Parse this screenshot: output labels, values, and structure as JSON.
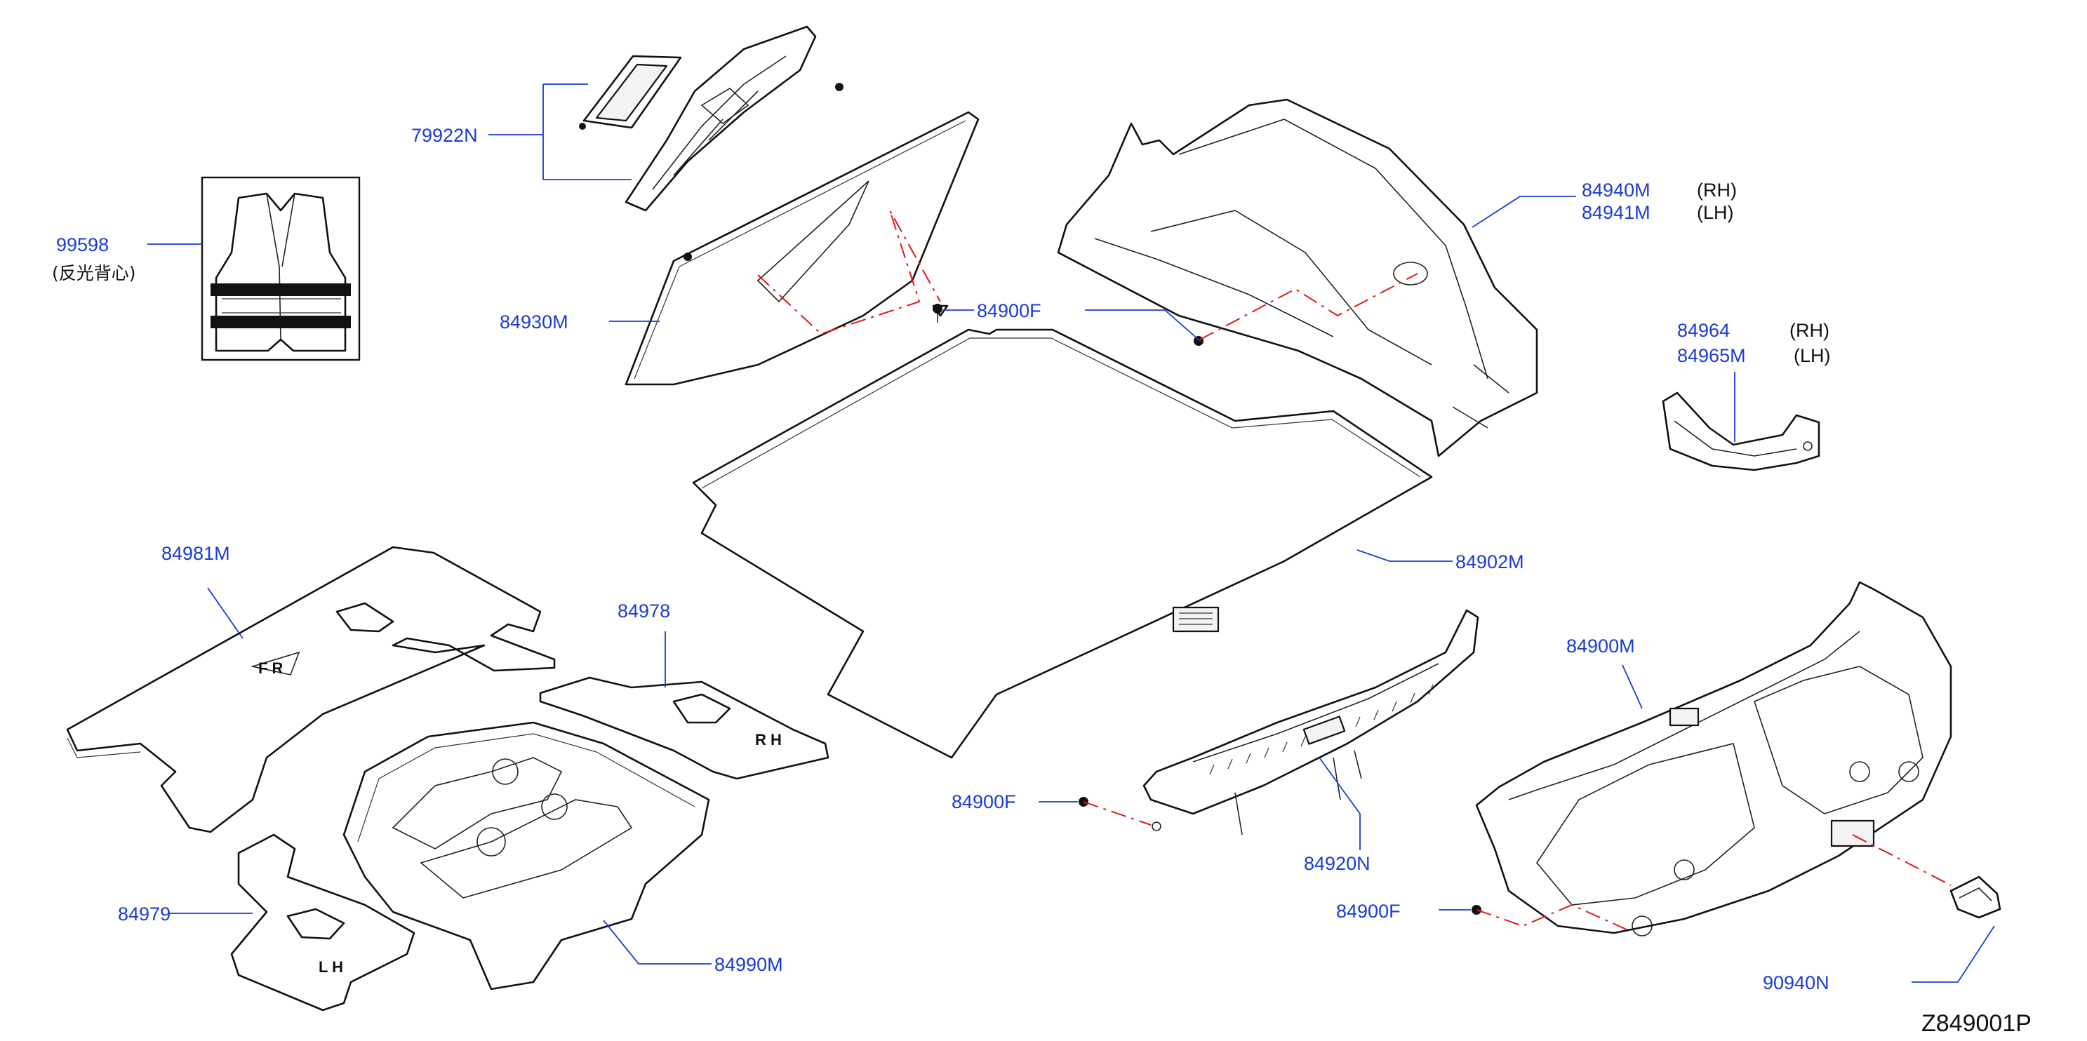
{
  "diagram_code": "Z849001P",
  "callouts": {
    "c79922n": "79922N",
    "c99598": "99598",
    "c99598_note": "(反光背心)",
    "c84930m": "84930M",
    "c84900f_top": "84900F",
    "c84940m": "84940M",
    "c84941m": "84941M",
    "c84964": "84964",
    "c84965m": "84965M",
    "c84902m": "84902M",
    "c84981m": "84981M",
    "c84978": "84978",
    "c84900m": "84900M",
    "c84900f_mid": "84900F",
    "c84920n": "84920N",
    "c84979": "84979",
    "c84900f_low": "84900F",
    "c84990m": "84990M",
    "c90940n": "90940N"
  },
  "side_labels": {
    "rh": "(RH)",
    "lh": "(LH)"
  },
  "mat_markings": {
    "fr": "F R",
    "rh": "R H",
    "lh": "L H"
  },
  "colors": {
    "callout": "#1a3bd6",
    "guide_dash": "#e01818",
    "line": "#111111"
  }
}
